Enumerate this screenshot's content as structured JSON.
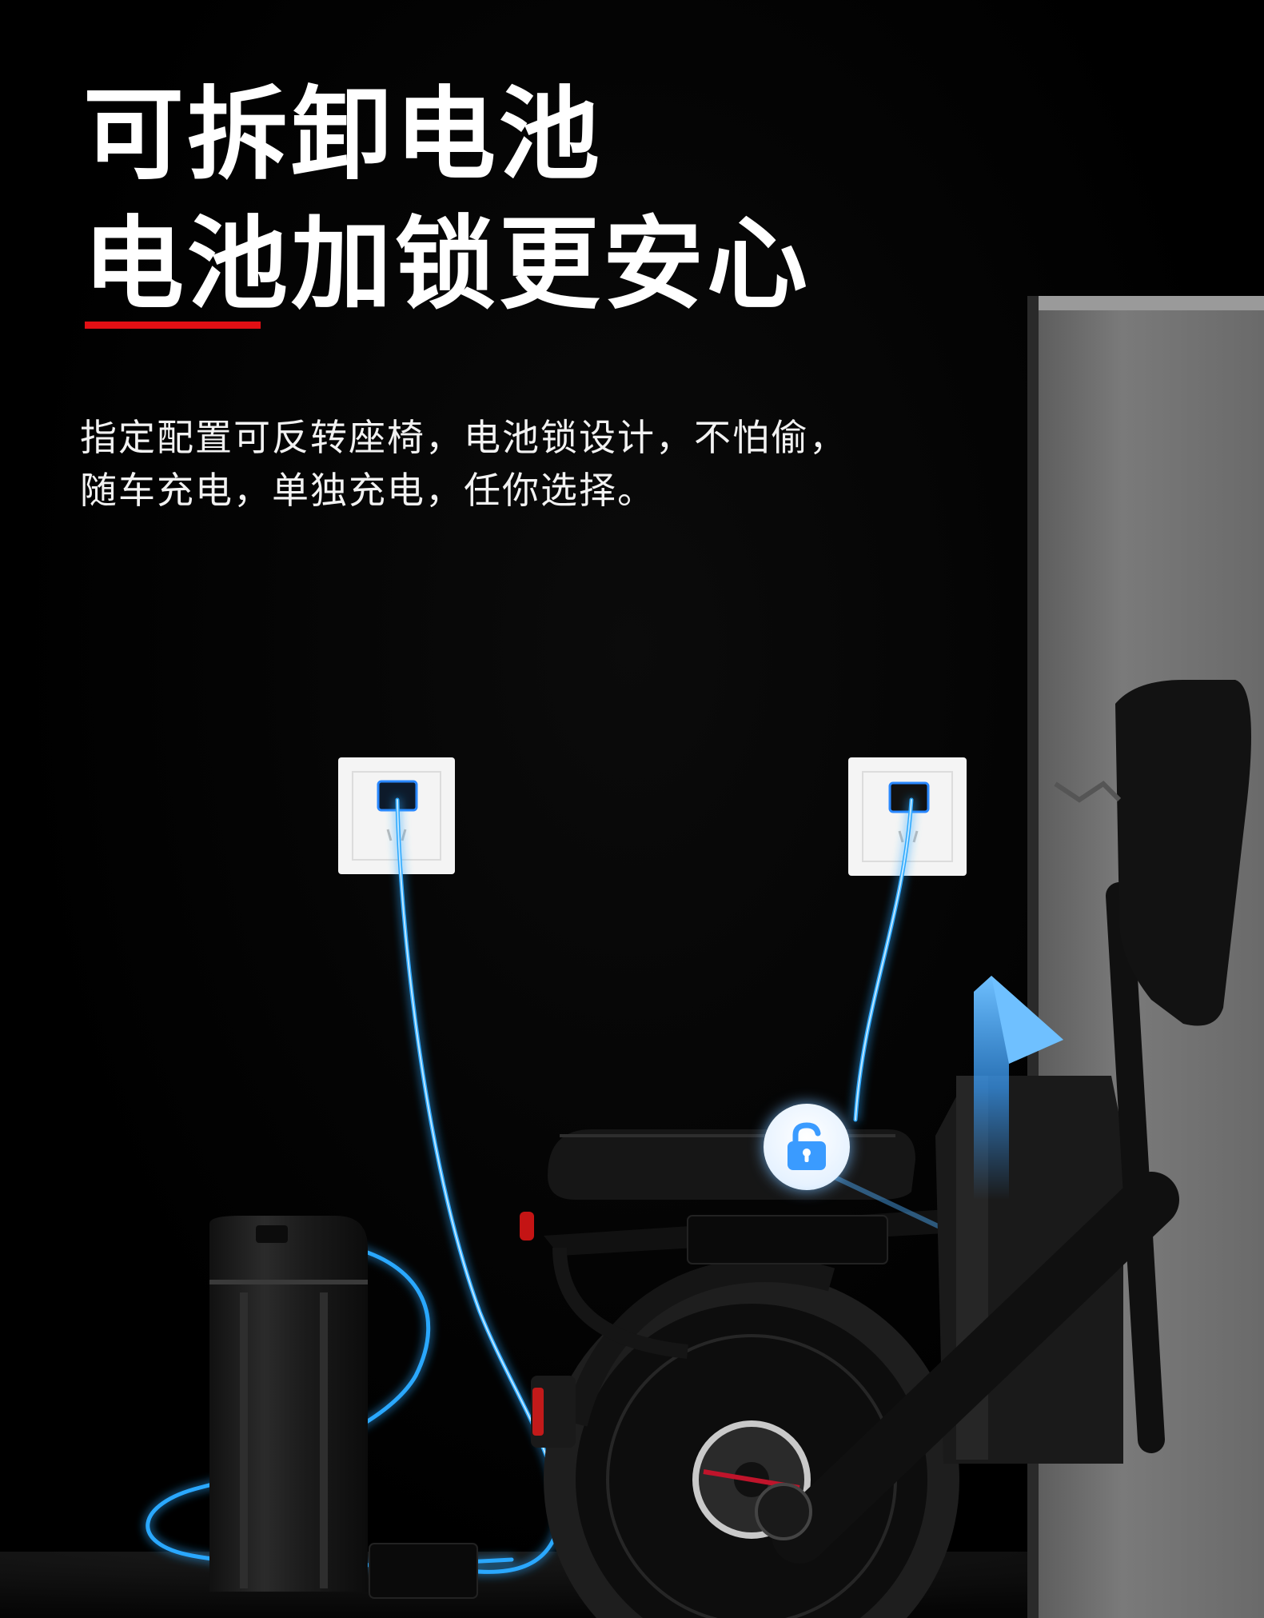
{
  "headline": {
    "line1": "可拆卸电池",
    "line2": "电池加锁更安心"
  },
  "description": {
    "line1": "指定配置可反转座椅，电池锁设计，不怕偷，",
    "line2": "随车充电，单独充电，任你选择。"
  },
  "colors": {
    "background": "#000000",
    "text": "#ffffff",
    "accent": "#e10f14",
    "cable_glow": "#2aa8ff",
    "lock_icon": "#3a9bff"
  },
  "icons": [
    "wall-socket-icon",
    "unlock-padlock-icon",
    "up-arrow-icon"
  ]
}
